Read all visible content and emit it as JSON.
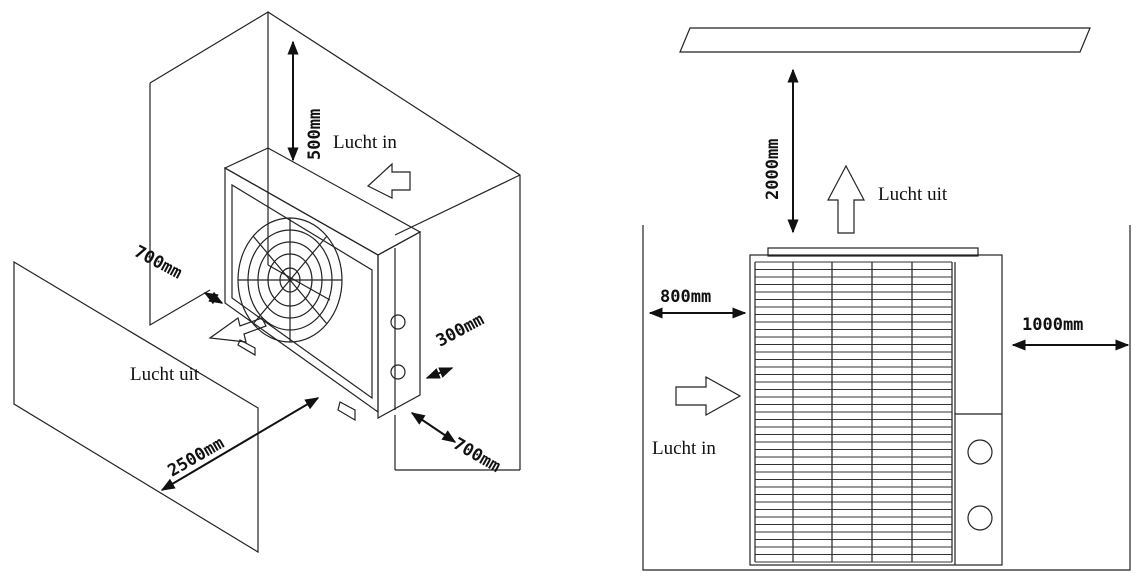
{
  "left_diagram": {
    "clearance_top": "500mm",
    "clearance_side": "700mm",
    "clearance_back": "300mm",
    "clearance_back_side": "700mm",
    "clearance_front": "2500mm",
    "air_in_label": "Lucht in",
    "air_out_label": "Lucht uit"
  },
  "right_diagram": {
    "clearance_top": "2000mm",
    "clearance_left": "800mm",
    "clearance_right": "1000mm",
    "air_in_label": "Lucht in",
    "air_out_label": "Lucht uit"
  }
}
